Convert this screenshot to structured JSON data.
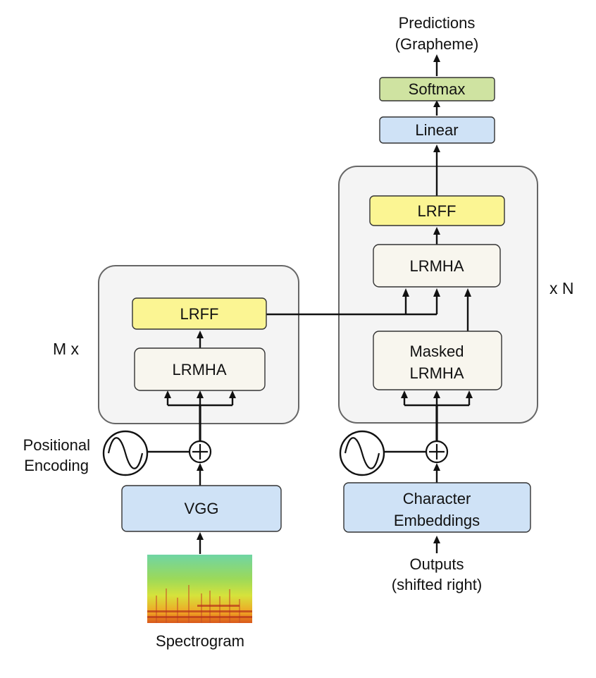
{
  "labels": {
    "predictions_line1": "Predictions",
    "predictions_line2": "(Grapheme)",
    "softmax": "Softmax",
    "linear": "Linear",
    "decoder_lrff": "LRFF",
    "decoder_lrmha": "LRMHA",
    "masked_line1": "Masked",
    "masked_line2": "LRMHA",
    "x_n": "x N",
    "m_x": "M x",
    "encoder_lrff": "LRFF",
    "encoder_lrmha": "LRMHA",
    "positional_line1": "Positional",
    "positional_line2": "Encoding",
    "vgg": "VGG",
    "char_line1": "Character",
    "char_line2": "Embeddings",
    "outputs_line1": "Outputs",
    "outputs_line2": "(shifted right)",
    "spectrogram": "Spectrogram"
  },
  "colors": {
    "stack_fill": "#f4f4f4",
    "stack_border": "#666666",
    "blue_block": "#cfe2f6",
    "green_block": "#cfe3a1",
    "yellow_block": "#fbf593",
    "cream_block": "#f8f6ee"
  },
  "icons": [
    "sine-wave-icon",
    "sum-icon"
  ]
}
